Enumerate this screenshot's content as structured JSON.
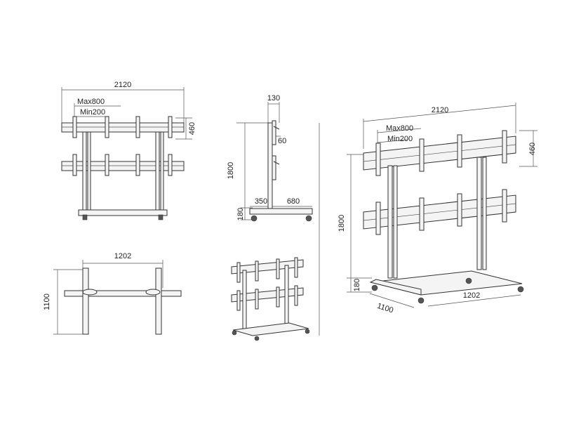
{
  "colors": {
    "line": "#333333",
    "fill": "#f4f4f4",
    "background": "#ffffff"
  },
  "front_view": {
    "width": "2120",
    "max": "Max800",
    "min": "Min200",
    "height": "460"
  },
  "side_view": {
    "top": "130",
    "mid": "60",
    "height": "1800",
    "base": "180",
    "depth_a": "350",
    "depth_b": "680"
  },
  "top_view": {
    "width": "1202",
    "depth": "1100"
  },
  "iso_view": {
    "width": "2120",
    "max": "Max800",
    "min": "Min200",
    "panel_height": "460",
    "height": "1800",
    "base": "180",
    "depth": "1100",
    "base_width": "1202"
  }
}
